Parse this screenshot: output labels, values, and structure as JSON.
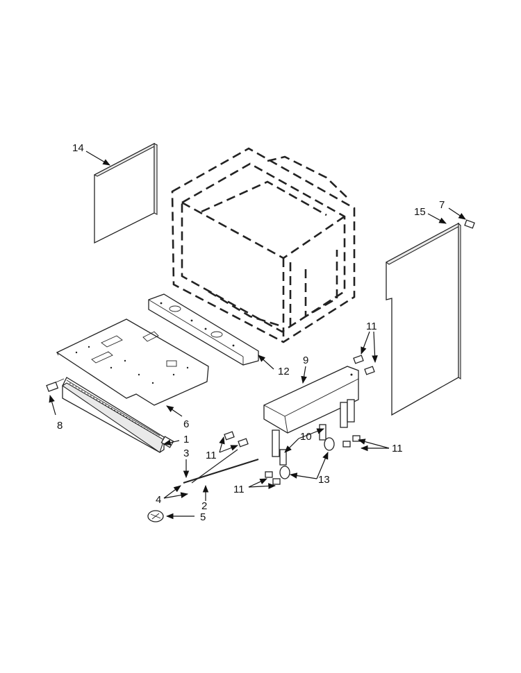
{
  "callouts": [
    "1",
    "2",
    "3",
    "4",
    "5",
    "6",
    "7",
    "8",
    "9",
    "10",
    "11",
    "12",
    "13",
    "14",
    "15"
  ],
  "colors": {
    "line": "#222222",
    "fill": "#ffffff",
    "shade": "#e9e9e9"
  }
}
